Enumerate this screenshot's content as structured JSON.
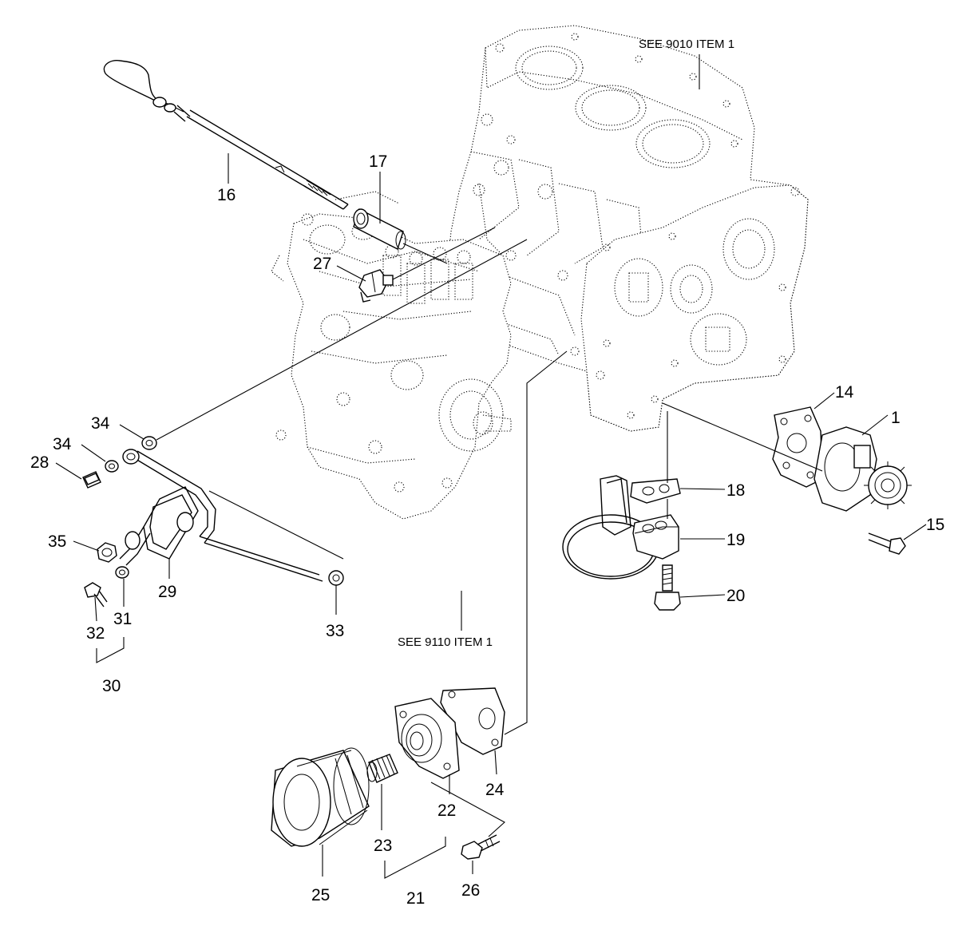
{
  "references": {
    "block": "SEE 9010 ITEM 1",
    "pump": "SEE 9110 ITEM 1"
  },
  "callouts": [
    {
      "id": "c1",
      "text": "1"
    },
    {
      "id": "c14",
      "text": "14"
    },
    {
      "id": "c15",
      "text": "15"
    },
    {
      "id": "c16",
      "text": "16"
    },
    {
      "id": "c17",
      "text": "17"
    },
    {
      "id": "c18",
      "text": "18"
    },
    {
      "id": "c19",
      "text": "19"
    },
    {
      "id": "c20",
      "text": "20"
    },
    {
      "id": "c21",
      "text": "21"
    },
    {
      "id": "c22",
      "text": "22"
    },
    {
      "id": "c23",
      "text": "23"
    },
    {
      "id": "c24",
      "text": "24"
    },
    {
      "id": "c25",
      "text": "25"
    },
    {
      "id": "c26",
      "text": "26"
    },
    {
      "id": "c27",
      "text": "27"
    },
    {
      "id": "c28",
      "text": "28"
    },
    {
      "id": "c29",
      "text": "29"
    },
    {
      "id": "c30",
      "text": "30"
    },
    {
      "id": "c31",
      "text": "31"
    },
    {
      "id": "c32",
      "text": "32"
    },
    {
      "id": "c33",
      "text": "33"
    },
    {
      "id": "c34a",
      "text": "34"
    },
    {
      "id": "c34b",
      "text": "34"
    },
    {
      "id": "c35",
      "text": "35"
    }
  ]
}
